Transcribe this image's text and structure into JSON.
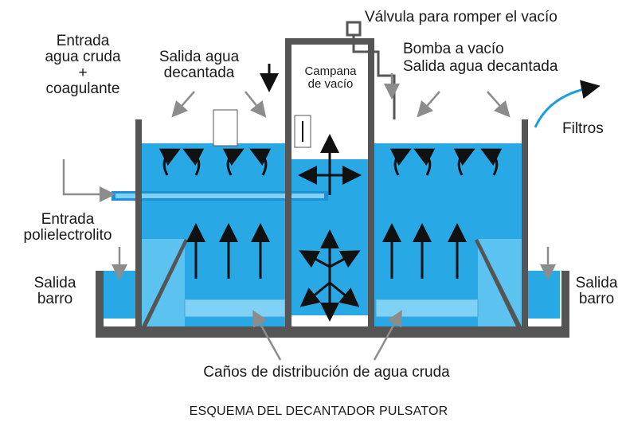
{
  "labels": {
    "valve": "Válvula para romper el vacío",
    "pump_line1": "Bomba a vacío",
    "pump_line2": "Salida agua decantada",
    "inlet_line1": "Entrada",
    "inlet_line2": "agua cruda",
    "inlet_line3": "+",
    "inlet_line4": "coagulante",
    "outlet_line1": "Salida agua",
    "outlet_line2": "decantada",
    "bell_line1": "Campana",
    "bell_line2": "de vacío",
    "filters": "Filtros",
    "poly_line1": "Entrada",
    "poly_line2": "polielectrolito",
    "sludge_left_line1": "Salida",
    "sludge_left_line2": "barro",
    "sludge_right_line1": "Salida",
    "sludge_right_line2": "barro",
    "pipes": "Caños de distribución de agua cruda",
    "caption": "ESQUEMA DEL DECANTADOR PULSATOR"
  },
  "colors": {
    "water": "#29a8e6",
    "water_light": "#5cc2f0",
    "wall": "#555555",
    "arrow": "#111111",
    "pointer": "#8c8c8c",
    "flow_arrow": "#1a9ee0"
  }
}
